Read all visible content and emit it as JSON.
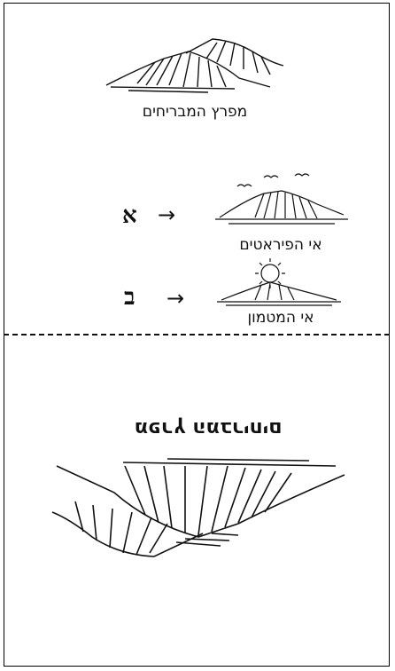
{
  "top_section": {
    "mountain_caption": "מפרץ המבריחים",
    "route_a": {
      "letter": "א",
      "arrow": "→",
      "caption": "אי הפיראטים"
    },
    "route_b": {
      "letter": "ב",
      "arrow": "→",
      "caption": "אי המטמון"
    }
  },
  "bottom_section": {
    "flipped_caption": "מפרץ המבריחים"
  },
  "icons": {
    "mountains_top": "mountains-sketch",
    "pirate_island": "island-with-birds",
    "treasure_island": "island-with-sun",
    "mountains_bottom": "mountains-sketch-large"
  }
}
